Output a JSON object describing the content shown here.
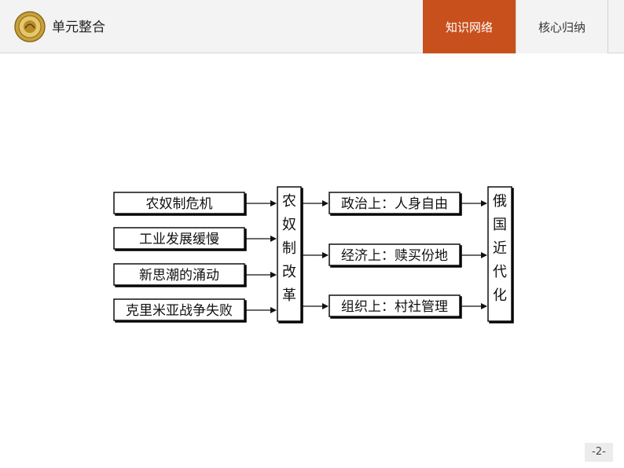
{
  "header": {
    "title": "单元整合",
    "tabs": [
      {
        "label": "知识网络",
        "active": true
      },
      {
        "label": "核心归纳",
        "active": false
      }
    ],
    "accent_color": "#c8501c"
  },
  "diagram": {
    "causes": [
      "农奴制危机",
      "工业发展缓慢",
      "新思潮的涌动",
      "克里米亚战争失败"
    ],
    "center": "农奴制改革",
    "effects": [
      "政治上：人身自由",
      "经济上：赎买份地",
      "组织上：村社管理"
    ],
    "result": "俄国近代化"
  },
  "footer": {
    "page_number": "-2-"
  }
}
